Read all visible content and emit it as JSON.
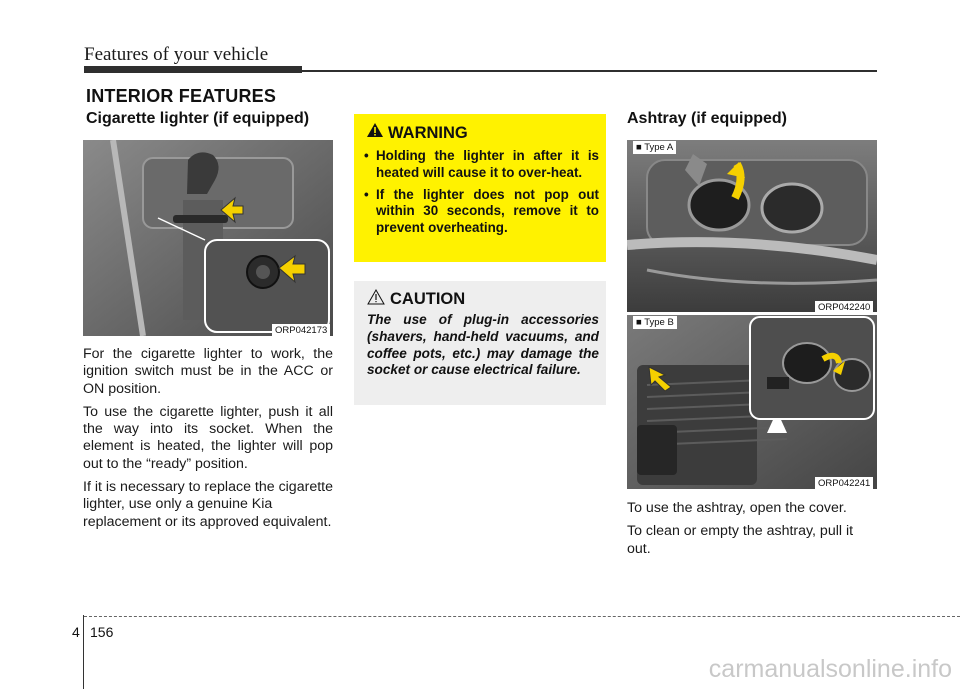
{
  "header": {
    "title": "Features of your vehicle"
  },
  "section": {
    "title": "INTERIOR FEATURES"
  },
  "lighter": {
    "heading": "Cigarette lighter (if equipped)",
    "photo_code": "ORP042173",
    "paragraphs": [
      "For the cigarette lighter to work, the ignition switch must be in the ACC or ON position.",
      "To use the cigarette lighter, push it all the way into its socket. When the element is heated, the lighter will pop out to the “ready” position.",
      "If it is necessary to replace the cigarette lighter, use only a genuine Kia replacement or its approved equivalent."
    ]
  },
  "warning": {
    "title": "WARNING",
    "items": [
      "Holding the lighter in after it is heated will cause it to over-heat.",
      "If the lighter does not pop out within 30 seconds, remove it to prevent overheating."
    ]
  },
  "caution": {
    "title": "CAUTION",
    "text": "The use of plug-in accessories (shavers, hand-held vacuums, and coffee pots, etc.) may damage the socket or cause electrical failure."
  },
  "ashtray": {
    "heading": "Ashtray (if equipped)",
    "photo_a": {
      "label": "■ Type A",
      "code": "ORP042240"
    },
    "photo_b": {
      "label": "■ Type B",
      "code": "ORP042241"
    },
    "paragraphs": [
      "To use the ashtray, open the cover.",
      "To clean or empty the ashtray, pull it out."
    ]
  },
  "footer": {
    "chapter": "4",
    "page": "156",
    "watermark": "carmanualsonline.info"
  },
  "colors": {
    "warning_bg": "#fff200",
    "caution_bg": "#eeeeee",
    "arrow": "#f5d000"
  }
}
